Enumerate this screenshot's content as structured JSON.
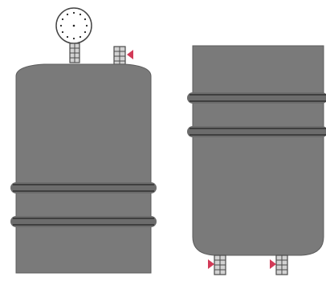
{
  "title": "",
  "colors": {
    "background": "#ffffff",
    "tank_body": "#7a7a7a",
    "tank_outline": "#5c5c5c",
    "hoop_band": "#6c6c6c",
    "hoop_line": "#3f3f3f",
    "fitting_fill": "#d2d2d2",
    "fitting_stroke": "#4a4a4a",
    "valve_marker": "#d23a57",
    "gauge_face": "#ffffff",
    "gauge_ticks": "#222222"
  },
  "components": {
    "left_tank": {
      "kind": "vessel-with-domed-top",
      "hoops": 2,
      "top_fittings": [
        {
          "name": "pressure-gauge-nozzle",
          "icon": "pressure-gauge-icon"
        },
        {
          "name": "top-valve-nozzle",
          "icon": "valve-arrow-icon"
        }
      ]
    },
    "right_tank": {
      "kind": "vessel-with-rounded-bottom",
      "hoops": 2,
      "bottom_fittings": [
        {
          "name": "bottom-left-valve-nozzle",
          "icon": "valve-arrow-icon"
        },
        {
          "name": "bottom-right-valve-nozzle",
          "icon": "valve-arrow-icon"
        }
      ]
    }
  }
}
